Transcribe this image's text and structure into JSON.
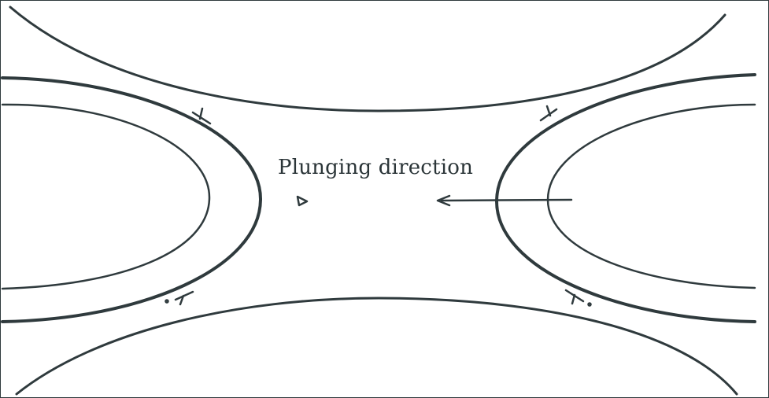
{
  "diagram": {
    "label": "Plunging direction",
    "stroke_color": "#2f3a3d",
    "symbols": {
      "fold_axis_marks": [
        "T",
        "T",
        "T",
        "T"
      ]
    },
    "icons": {
      "arrow": "left-arrow-icon",
      "plunge_symbol": "triangle-icon"
    }
  }
}
